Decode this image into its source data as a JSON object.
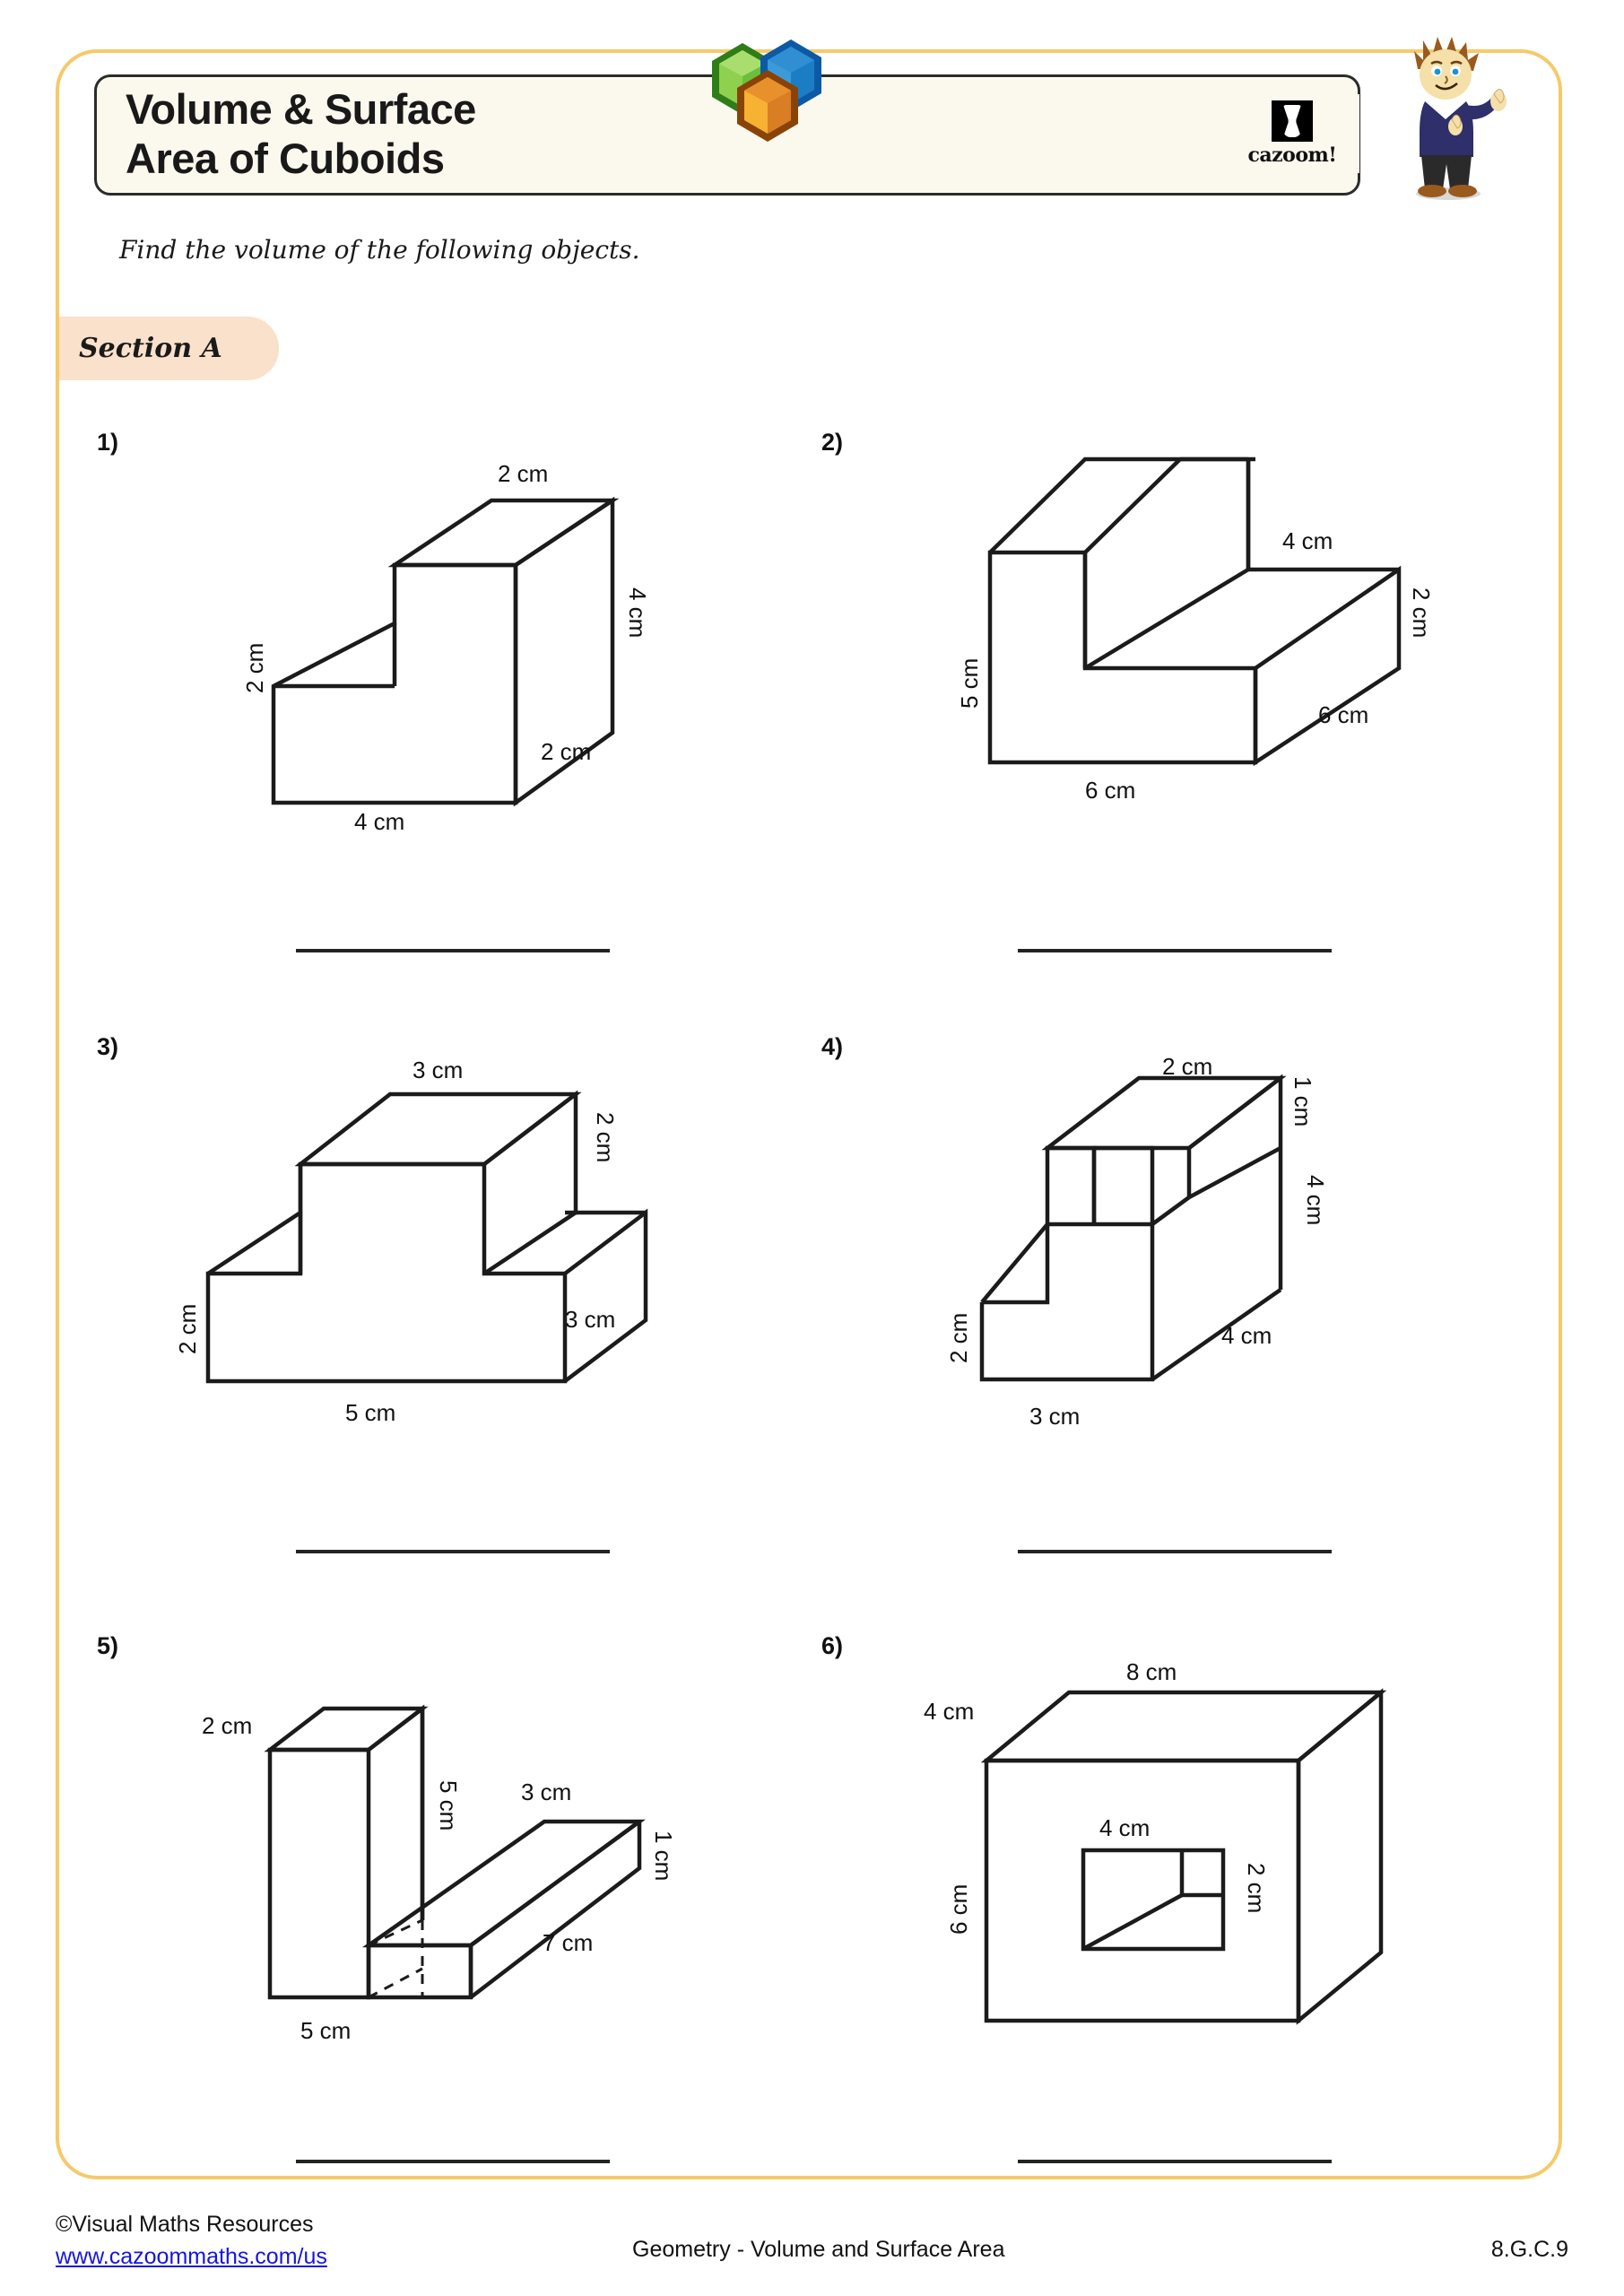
{
  "header": {
    "title_line1": "Volume & Surface",
    "title_line2": "Area of Cuboids",
    "logo_word": "cazoom!",
    "logo_mark_icon": "hourglass-icon",
    "mascot_icon": "student-mascot-icon",
    "cubes_icon": "three-cubes-icon",
    "accent_color": "#f6c96a",
    "title_bg": "#fbf8ee"
  },
  "instruction": "Find the volume of the following objects.",
  "section": {
    "label": "Section A",
    "badge_color": "#fae1cb"
  },
  "questions": [
    {
      "number": "1)",
      "shape": "step-solid-two-level",
      "labels": {
        "top": "2 cm",
        "right": "4 cm",
        "depth": "2 cm",
        "bottom": "4 cm",
        "left": "2 cm"
      }
    },
    {
      "number": "2)",
      "shape": "L-shaped-prism",
      "labels": {
        "left": "5 cm",
        "top_right": "4 cm",
        "right": "2 cm",
        "depth": "6 cm",
        "bottom": "6 cm"
      }
    },
    {
      "number": "3)",
      "shape": "T-shaped-step-solid",
      "labels": {
        "top": "3 cm",
        "right": "2 cm",
        "depth": "3 cm",
        "bottom": "5 cm",
        "left": "2 cm"
      }
    },
    {
      "number": "4)",
      "shape": "staircase-prism",
      "labels": {
        "top": "2 cm",
        "top_right": "1 cm",
        "right": "4 cm",
        "depth": "4 cm",
        "bottom": "3 cm",
        "left": "2 cm"
      }
    },
    {
      "number": "5)",
      "shape": "L-shaped-bar",
      "labels": {
        "top_left": "2 cm",
        "vertical": "5 cm",
        "arm_top": "3 cm",
        "arm_right": "1 cm",
        "arm_depth": "7 cm",
        "bottom": "5 cm"
      }
    },
    {
      "number": "6)",
      "shape": "cuboid-with-hole",
      "labels": {
        "top": "8 cm",
        "top_left": "4 cm",
        "left": "6 cm",
        "hole_top": "4 cm",
        "hole_right": "2 cm"
      }
    }
  ],
  "answer_lines": [
    "",
    "",
    "",
    "",
    "",
    ""
  ],
  "footer": {
    "copyright": "©Visual Maths Resources",
    "url": "www.cazoommaths.com/us",
    "center": "Geometry - Volume and Surface Area",
    "code": "8.G.C.9"
  }
}
